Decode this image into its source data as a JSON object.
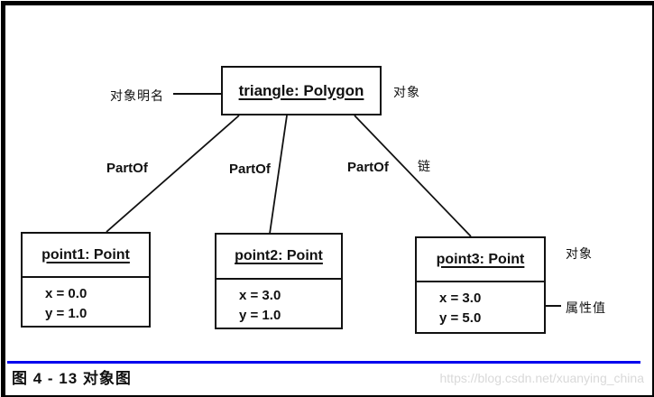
{
  "colors": {
    "line_black": "#111111",
    "accent_blue": "#0000ee",
    "watermark_gray": "#d9d9d9"
  },
  "diagram": {
    "polygon_object": {
      "title": "triangle: Polygon"
    },
    "labels": {
      "object_name": "对象明名",
      "object_top": "对象",
      "object_right": "对象",
      "link": "链",
      "attribute_value": "属性值"
    },
    "links": [
      {
        "label": "PartOf"
      },
      {
        "label": "PartOf"
      },
      {
        "label": "PartOf"
      }
    ],
    "point_objects": [
      {
        "title": "point1: Point",
        "attrs": [
          "x = 0.0",
          "y = 1.0"
        ]
      },
      {
        "title": "point2: Point",
        "attrs": [
          "x = 3.0",
          "y = 1.0"
        ]
      },
      {
        "title": "point3: Point",
        "attrs": [
          "x = 3.0",
          "y = 5.0"
        ]
      }
    ]
  },
  "footer": {
    "caption": "图 4 - 13 对象图",
    "watermark": "https://blog.csdn.net/xuanying_china"
  }
}
